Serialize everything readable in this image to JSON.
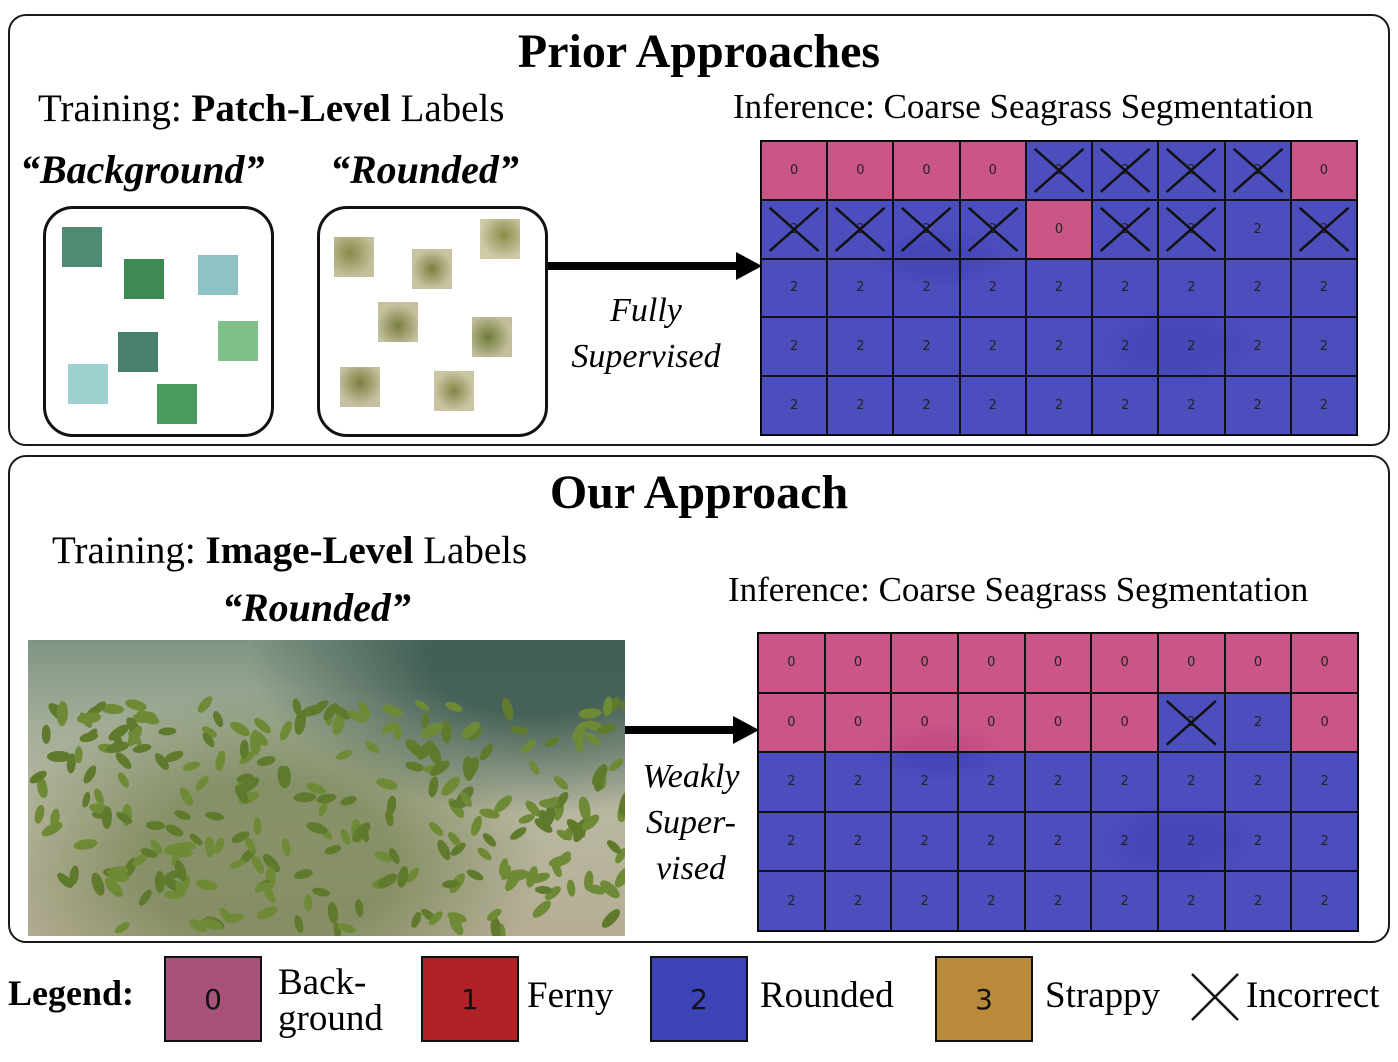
{
  "prior": {
    "title": "Prior Approaches",
    "training_prefix": "Training: ",
    "training_bold": "Patch-Level",
    "training_suffix": " Labels",
    "class_a": "“Background”",
    "class_b": "“Rounded”",
    "arrow_line1": "Fully",
    "arrow_line2": "Supervised",
    "inference": "Inference: Coarse Seagrass Segmentation",
    "grid": {
      "rows": [
        [
          0,
          0,
          0,
          0,
          2,
          2,
          2,
          2,
          0
        ],
        [
          2,
          2,
          2,
          2,
          0,
          2,
          2,
          2,
          2
        ],
        [
          2,
          2,
          2,
          2,
          2,
          2,
          2,
          2,
          2
        ],
        [
          2,
          2,
          2,
          2,
          2,
          2,
          2,
          2,
          2
        ],
        [
          2,
          2,
          2,
          2,
          2,
          2,
          2,
          2,
          2
        ]
      ],
      "incorrect": [
        [
          0,
          0,
          0,
          0,
          1,
          1,
          1,
          1,
          0
        ],
        [
          1,
          1,
          1,
          1,
          0,
          1,
          1,
          0,
          1
        ],
        [
          0,
          0,
          0,
          0,
          0,
          0,
          0,
          0,
          0
        ],
        [
          0,
          0,
          0,
          0,
          0,
          0,
          0,
          0,
          0
        ],
        [
          0,
          0,
          0,
          0,
          0,
          0,
          0,
          0,
          0
        ]
      ]
    }
  },
  "ours": {
    "title": "Our Approach",
    "training_prefix": "Training: ",
    "training_bold": "Image-Level",
    "training_suffix": " Labels",
    "class_label": "“Rounded”",
    "arrow_line1": "Weakly",
    "arrow_line2": "Super-",
    "arrow_line3": "vised",
    "inference": "Inference: Coarse Seagrass Segmentation",
    "grid": {
      "rows": [
        [
          0,
          0,
          0,
          0,
          0,
          0,
          0,
          0,
          0
        ],
        [
          0,
          0,
          0,
          0,
          0,
          0,
          2,
          2,
          0
        ],
        [
          2,
          2,
          2,
          2,
          2,
          2,
          2,
          2,
          2
        ],
        [
          2,
          2,
          2,
          2,
          2,
          2,
          2,
          2,
          2
        ],
        [
          2,
          2,
          2,
          2,
          2,
          2,
          2,
          2,
          2
        ]
      ],
      "incorrect": [
        [
          0,
          0,
          0,
          0,
          0,
          0,
          0,
          0,
          0
        ],
        [
          0,
          0,
          0,
          0,
          0,
          0,
          1,
          0,
          0
        ],
        [
          0,
          0,
          0,
          0,
          0,
          0,
          0,
          0,
          0
        ],
        [
          0,
          0,
          0,
          0,
          0,
          0,
          0,
          0,
          0
        ],
        [
          0,
          0,
          0,
          0,
          0,
          0,
          0,
          0,
          0
        ]
      ]
    }
  },
  "legend": {
    "title": "Legend:",
    "items": [
      {
        "value": "0",
        "label_line1": "Back-",
        "label_line2": "ground",
        "color": "#a8527a"
      },
      {
        "value": "1",
        "label_line1": "Ferny",
        "label_line2": "",
        "color": "#b02228"
      },
      {
        "value": "2",
        "label_line1": "Rounded",
        "label_line2": "",
        "color": "#3d44b8"
      },
      {
        "value": "3",
        "label_line1": "Strappy",
        "label_line2": "",
        "color": "#b88a3a"
      }
    ],
    "incorrect_label": "Incorrect"
  },
  "colors": {
    "background_class": "#d44687",
    "rounded_class": "#3c3cc8",
    "bg_patch_colors": [
      "#4f8a72",
      "#3e8a55",
      "#8fc2c4",
      "#48806e",
      "#7fc08a",
      "#9fd0d0",
      "#4a9a60"
    ]
  }
}
